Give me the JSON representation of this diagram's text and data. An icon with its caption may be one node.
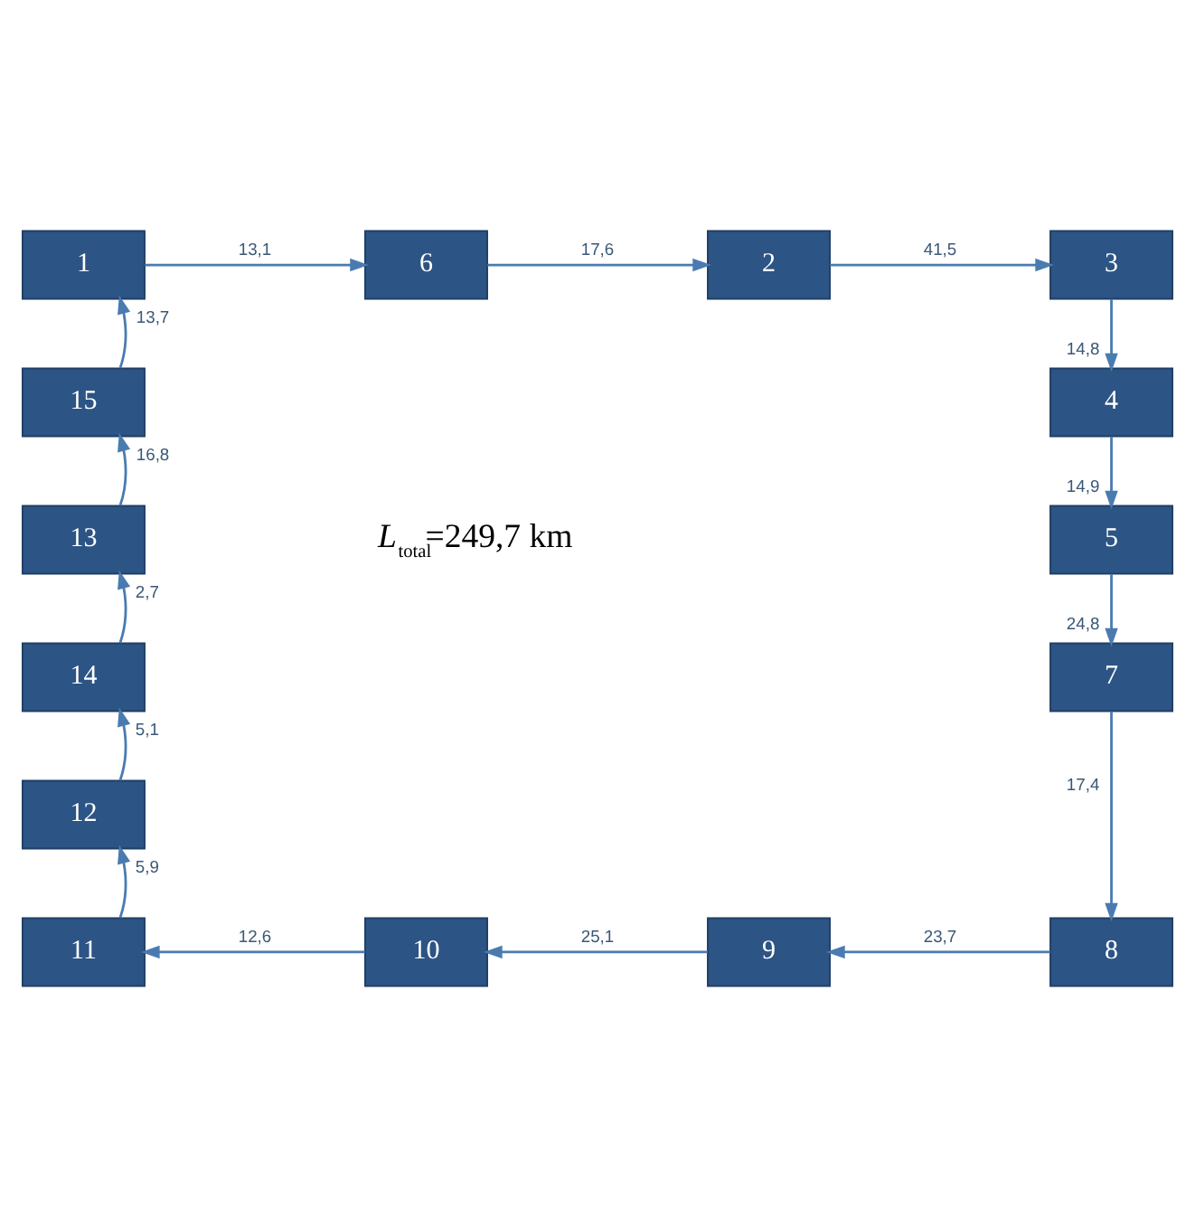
{
  "diagram": {
    "nodes": [
      {
        "text": [
          "1"
        ]
      },
      {
        "text": [
          "6"
        ]
      },
      {
        "text": [
          "2"
        ]
      },
      {
        "text": [
          "3"
        ]
      },
      {
        "text": [
          "15"
        ]
      },
      {
        "text": [
          "4"
        ]
      },
      {
        "text": [
          "13"
        ]
      },
      {
        "text": [
          "5"
        ]
      },
      {
        "text": [
          "14"
        ]
      },
      {
        "text": [
          "7"
        ]
      },
      {
        "text": [
          "12"
        ]
      },
      {
        "text": [
          "11"
        ]
      },
      {
        "text": [
          "10"
        ]
      },
      {
        "text": [
          "9"
        ]
      },
      {
        "text": [
          "8"
        ]
      }
    ],
    "edges": [
      {
        "from": 0,
        "to": 1,
        "arrow": "to",
        "label": "13,1"
      },
      {
        "from": 1,
        "to": 2,
        "arrow": "to",
        "label": "17,6"
      },
      {
        "from": 2,
        "to": 3,
        "arrow": "to",
        "label": "41,5"
      },
      {
        "from": 3,
        "to": 5,
        "arrow": "to",
        "label": "14,8"
      },
      {
        "from": 5,
        "to": 7,
        "arrow": "to",
        "label": "14,9"
      },
      {
        "from": 7,
        "to": 9,
        "arrow": "to",
        "label": "24,8"
      },
      {
        "from": 9,
        "to": 14,
        "arrow": "to",
        "label": "17,4"
      },
      {
        "from": 14,
        "to": 13,
        "arrow": "to",
        "label": "23,7"
      },
      {
        "from": 13,
        "to": 12,
        "arrow": "to",
        "label": "25,1"
      },
      {
        "from": 12,
        "to": 11,
        "arrow": "to",
        "label": "12,6"
      },
      {
        "from": 11,
        "to": 10,
        "arrow": "to",
        "label": "5,9"
      },
      {
        "from": 10,
        "to": 8,
        "arrow": "to",
        "label": "5,1"
      },
      {
        "from": 8,
        "to": 6,
        "arrow": "to",
        "label": "2,7"
      },
      {
        "from": 6,
        "to": 4,
        "arrow": "to",
        "label": "16,8"
      },
      {
        "from": 4,
        "to": 0,
        "arrow": "to",
        "label": "13,7"
      }
    ],
    "labels": [
      "*L*$_{total}$=249,7 km"
    ]
  }
}
